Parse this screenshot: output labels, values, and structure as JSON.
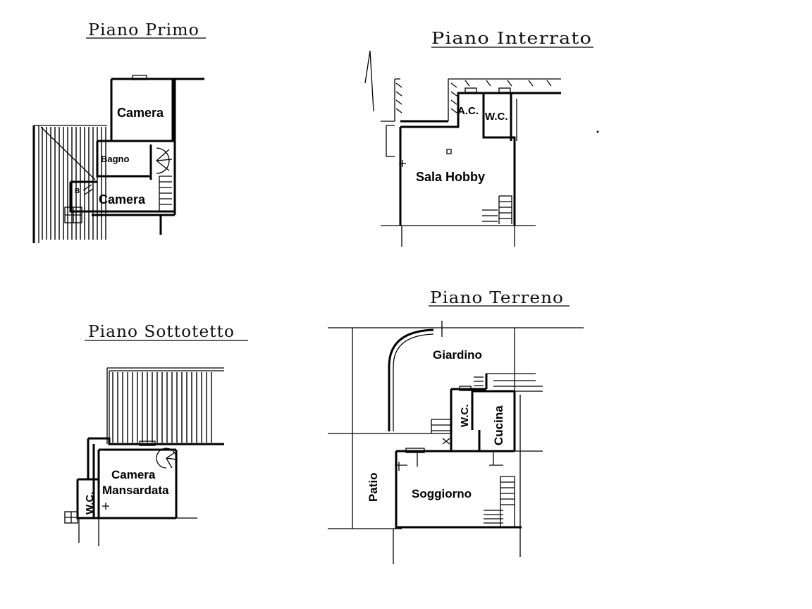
{
  "floors": {
    "primo": {
      "title": "Piano Primo",
      "rooms": {
        "camera_top": "Camera",
        "bagno": "Bagno",
        "camera_bottom": "Camera",
        "b_mark": "B"
      }
    },
    "interrato": {
      "title": "Piano Interrato",
      "rooms": {
        "ac": "A.C.",
        "wc": "W.C.",
        "sala_hobby": "Sala Hobby"
      }
    },
    "sottotetto": {
      "title": "Piano Sottotetto",
      "rooms": {
        "camera_line1": "Camera",
        "camera_line2": "Mansardata",
        "wc": "W.C."
      }
    },
    "terreno": {
      "title": "Piano Terreno",
      "rooms": {
        "giardino": "Giardino",
        "wc": "W.C.",
        "cucina": "Cucina",
        "patio": "Patio",
        "soggiorno": "Soggiorno"
      }
    }
  }
}
